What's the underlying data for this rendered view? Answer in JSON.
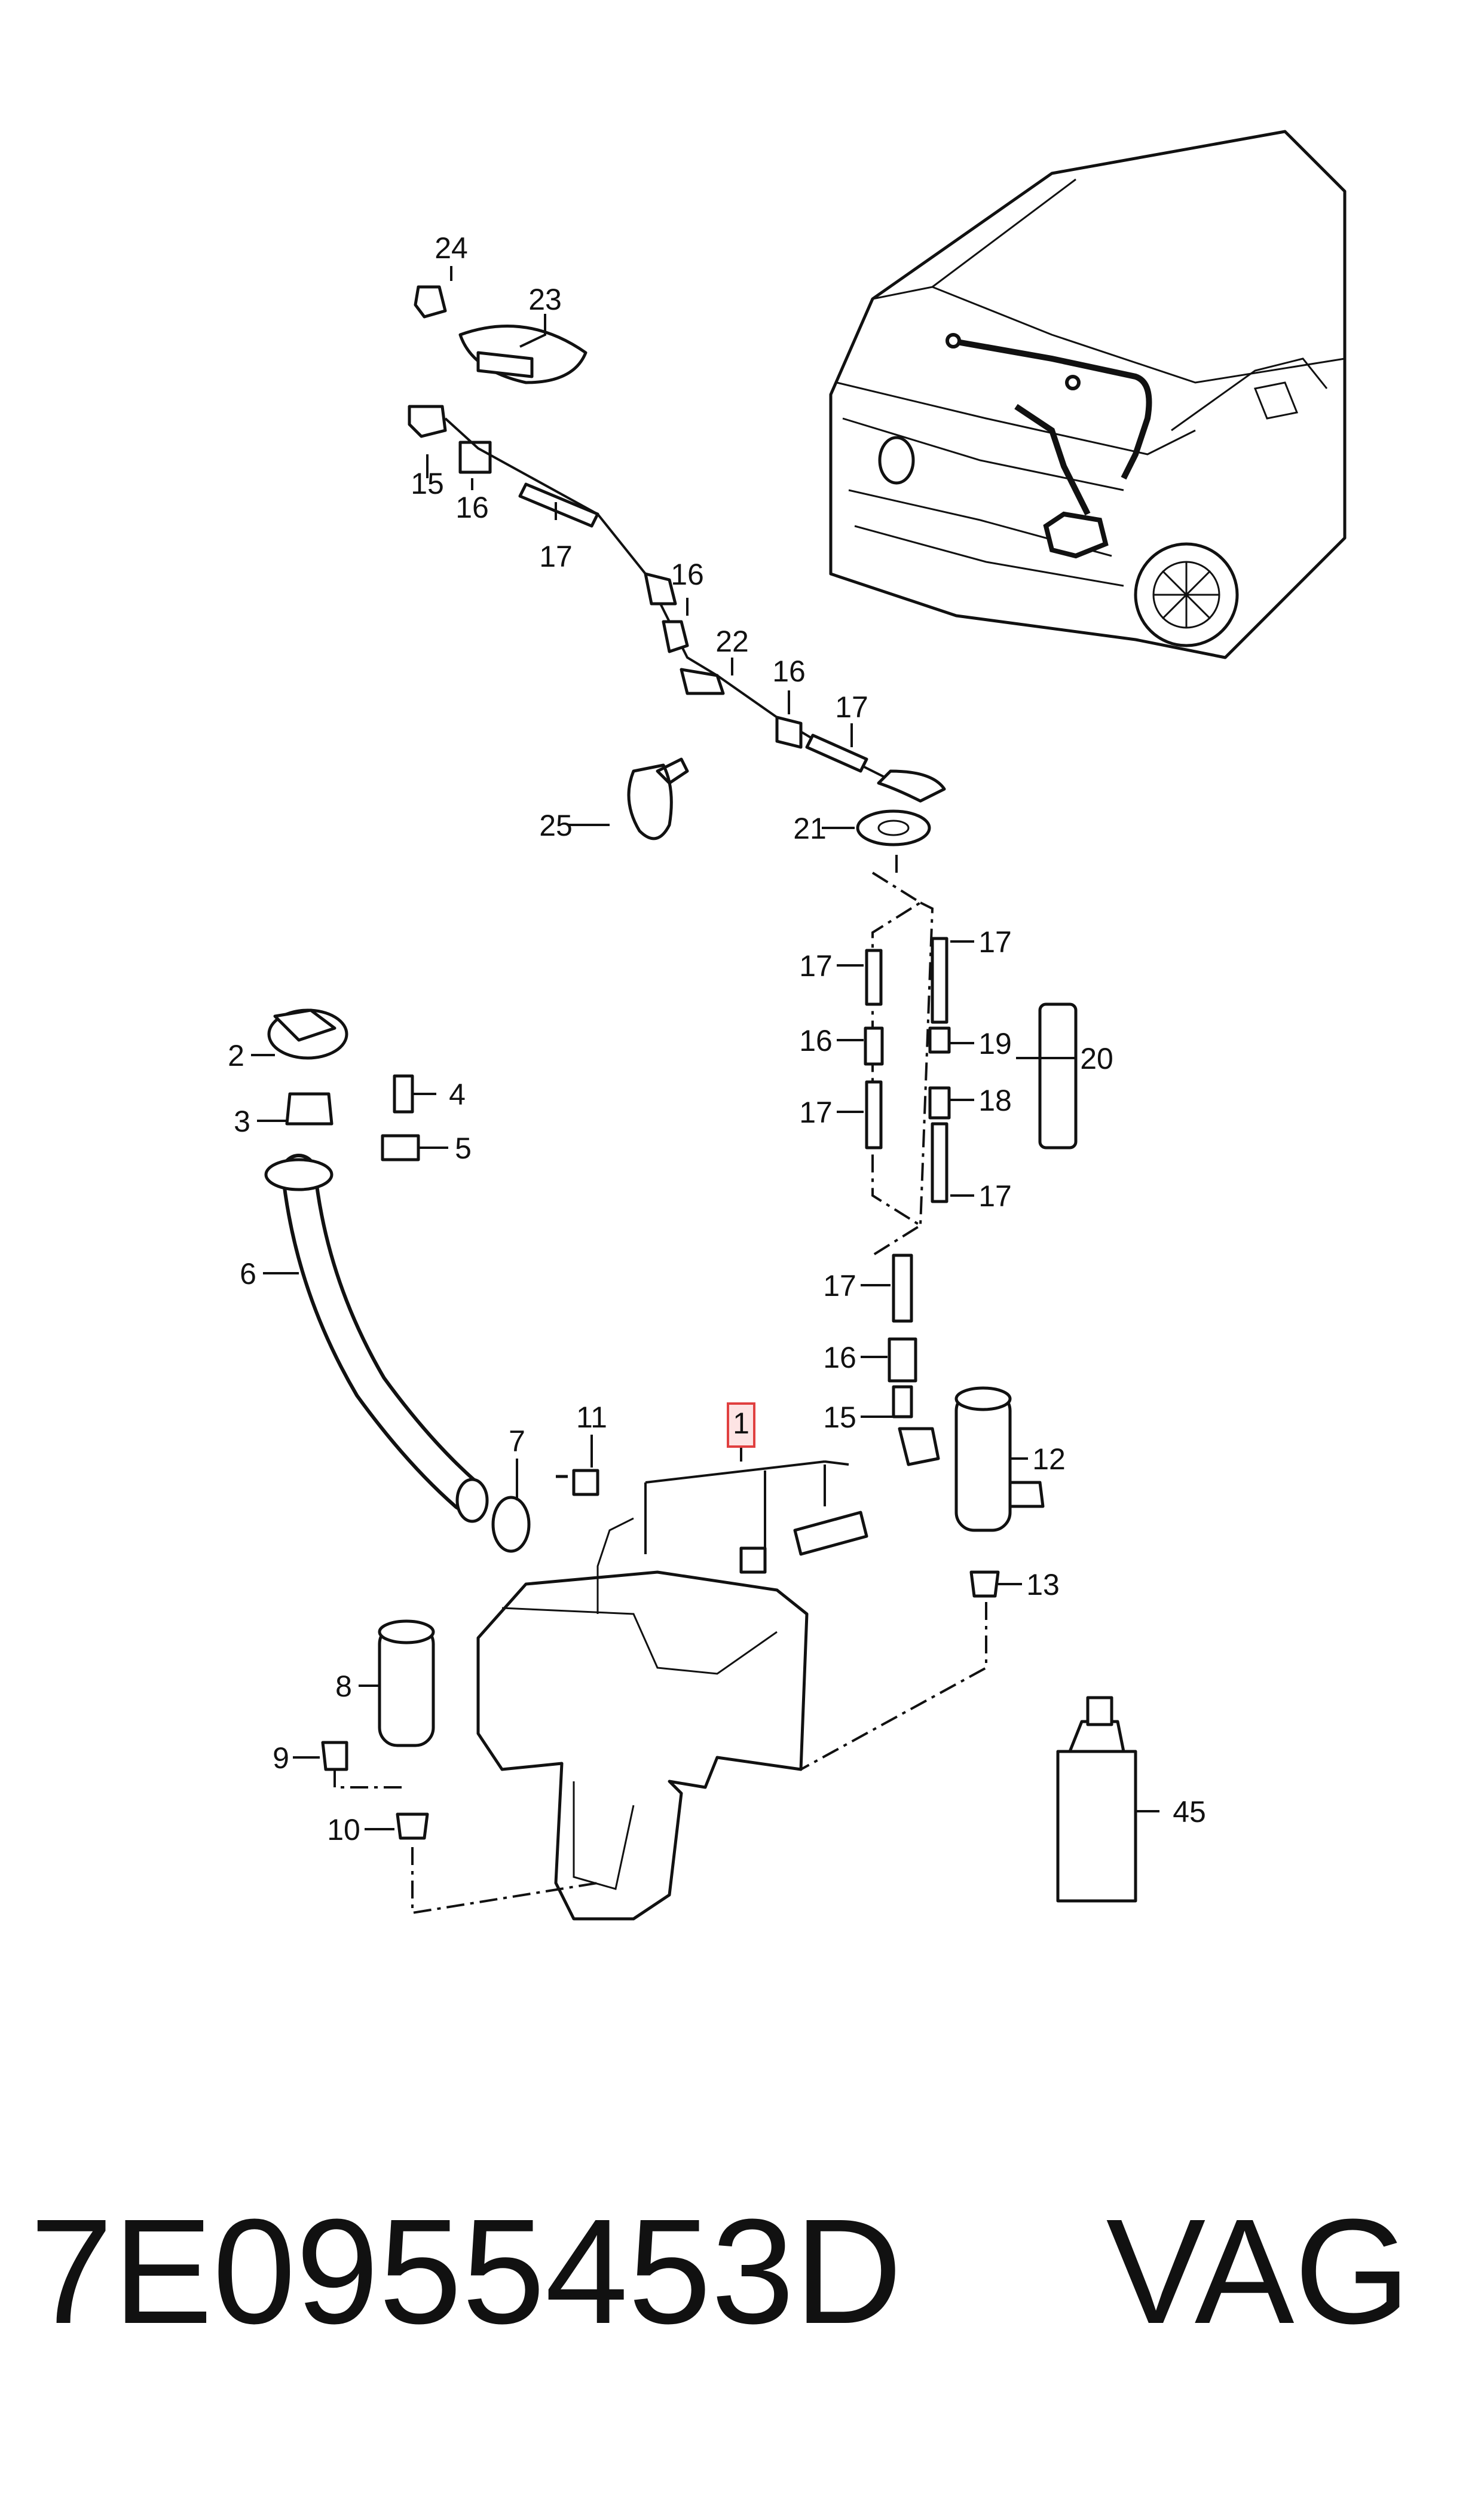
{
  "callouts": {
    "c1": "1",
    "c2": "2",
    "c3": "3",
    "c4": "4",
    "c5": "5",
    "c6": "6",
    "c7": "7",
    "c8": "8",
    "c9": "9",
    "c10": "10",
    "c11": "11",
    "c12": "12",
    "c13": "13",
    "c15a": "15",
    "c15b": "15",
    "c16a": "16",
    "c16b": "16",
    "c16c": "16",
    "c16d": "16",
    "c16e": "16",
    "c17a": "17",
    "c17b": "17",
    "c17c": "17",
    "c17d": "17",
    "c17e": "17",
    "c17f": "17",
    "c17g": "17",
    "c18": "18",
    "c19": "19",
    "c20": "20",
    "c21": "21",
    "c22": "22",
    "c23": "23",
    "c24": "24",
    "c25": "25",
    "c45": "45"
  },
  "footer": {
    "part_number": "7E0955453D",
    "brand": "VAG"
  },
  "colors": {
    "line": "#111111",
    "highlight": "#e04040",
    "background": "#ffffff"
  },
  "icons": [
    "van-front-view",
    "washer-reservoir",
    "washer-pump",
    "filler-neck",
    "hose",
    "spray-nozzle",
    "fluid-bottle"
  ]
}
